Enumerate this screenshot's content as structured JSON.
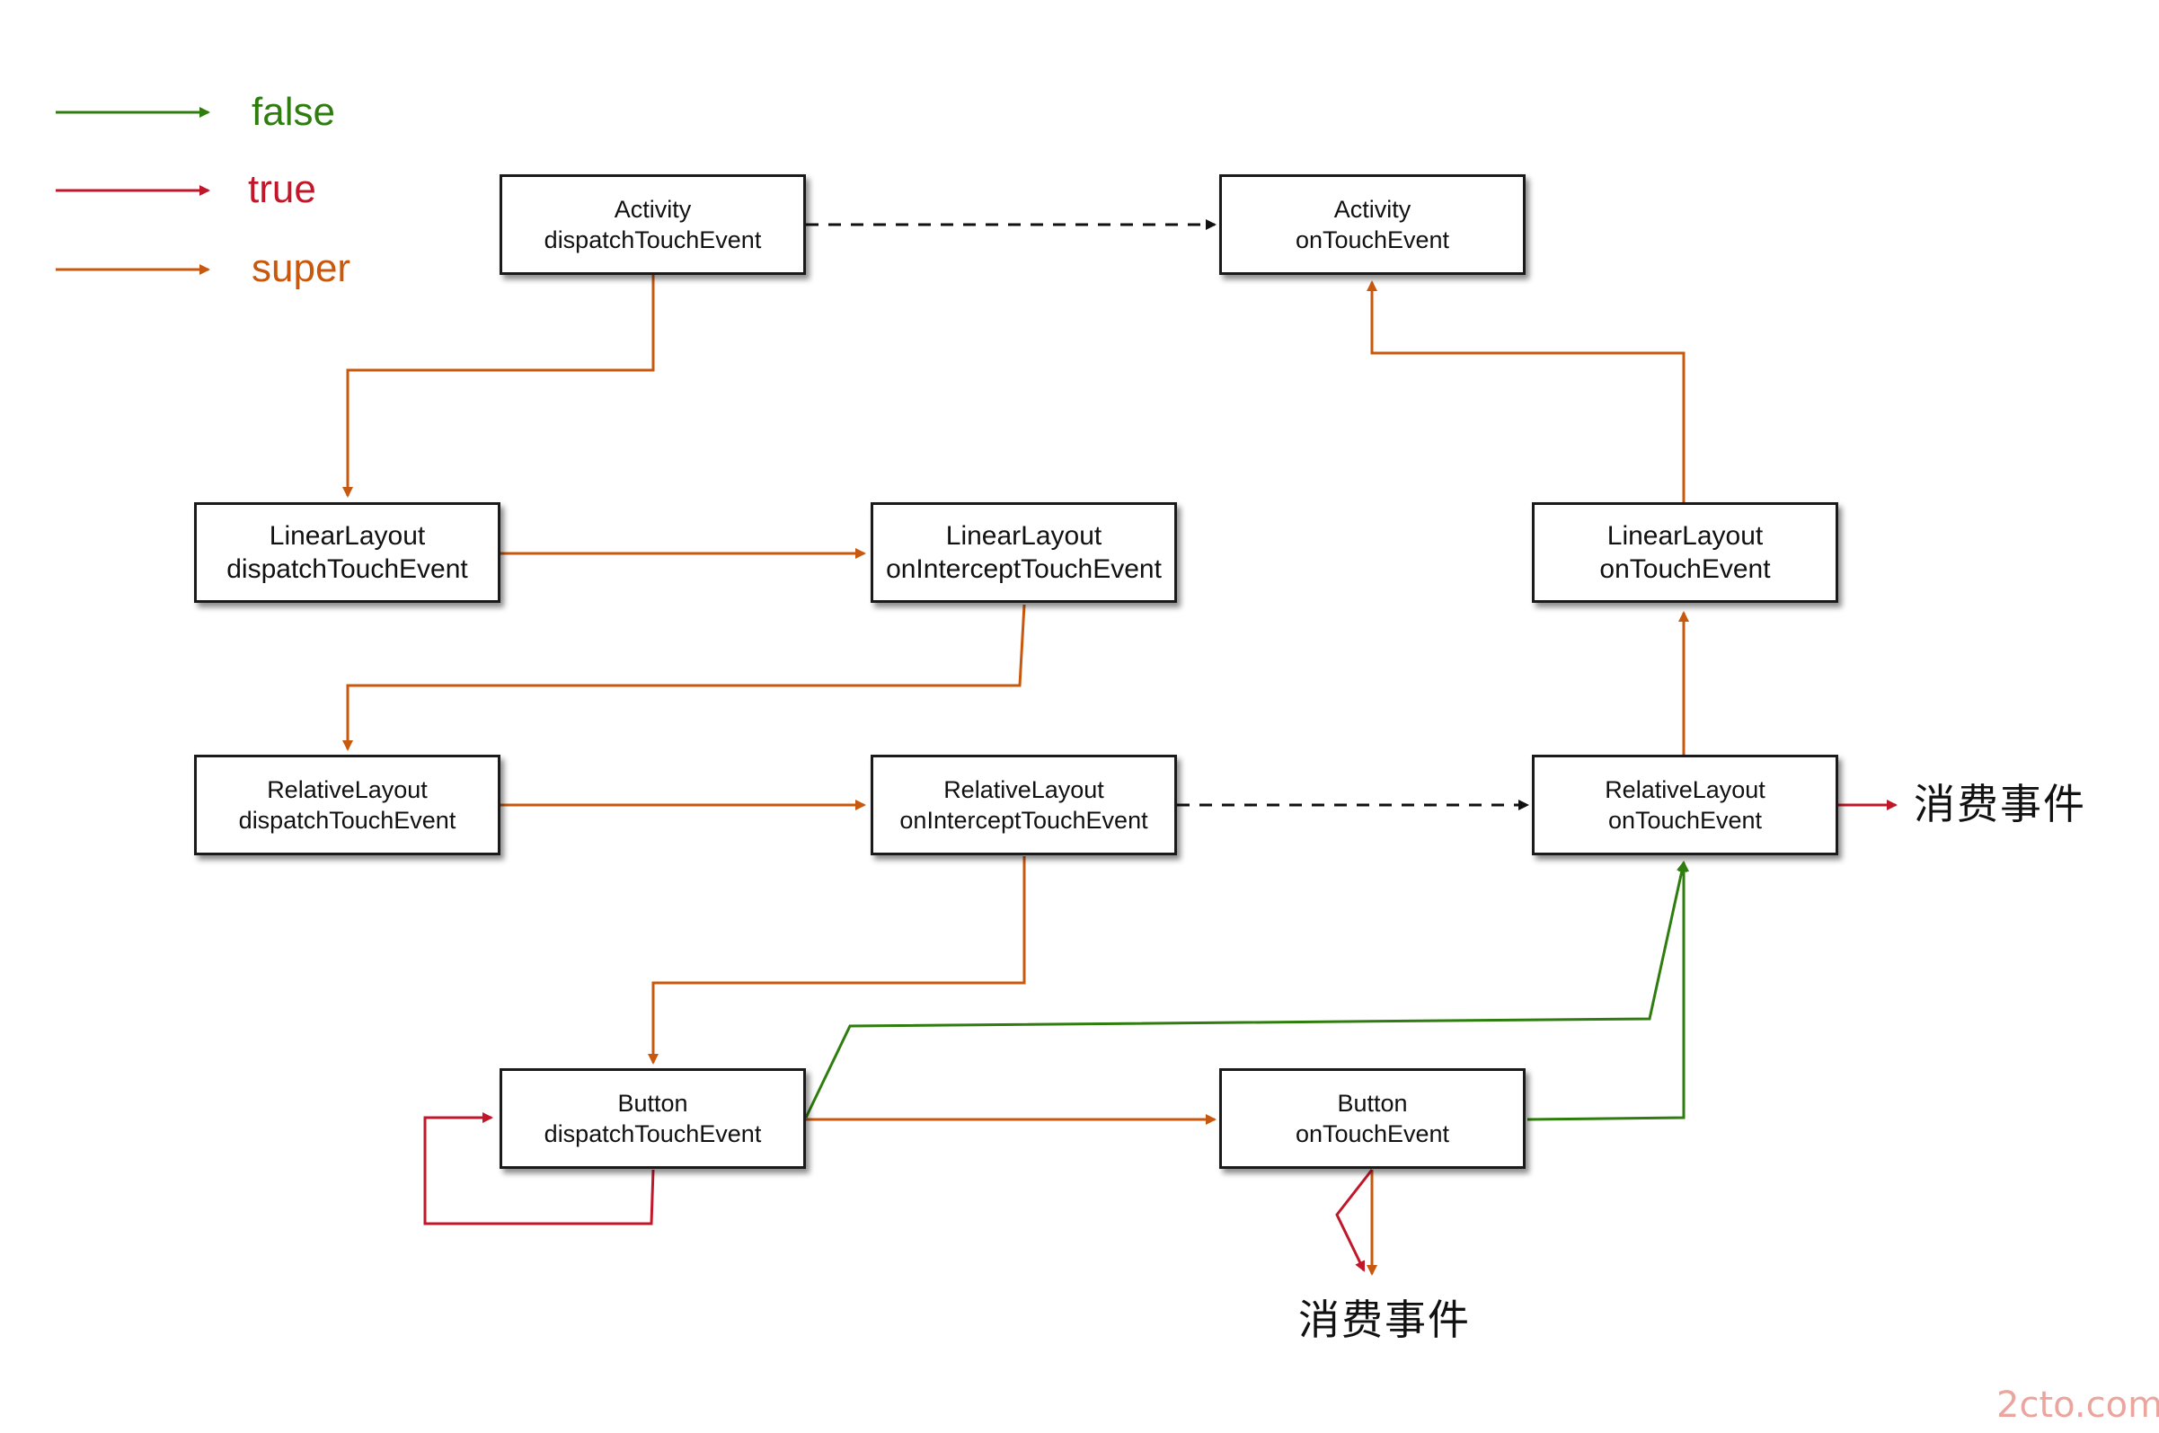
{
  "legend": [
    {
      "label": "false",
      "color": "#2e7d0e"
    },
    {
      "label": "true",
      "color": "#c0182a"
    },
    {
      "label": "super",
      "color": "#c8580e"
    }
  ],
  "colors": {
    "false": "#2e7d0e",
    "true": "#c0182a",
    "super": "#c8580e",
    "dashed": "#111111"
  },
  "nodes": {
    "activity_dispatch": {
      "line1": "Activity",
      "line2": "dispatchTouchEvent"
    },
    "activity_ontouch": {
      "line1": "Activity",
      "line2": "onTouchEvent"
    },
    "linear_dispatch": {
      "line1": "LinearLayout",
      "line2": "dispatchTouchEvent"
    },
    "linear_intercept": {
      "line1": "LinearLayout",
      "line2": "onInterceptTouchEvent"
    },
    "linear_ontouch": {
      "line1": "LinearLayout",
      "line2": "onTouchEvent"
    },
    "relative_dispatch": {
      "line1": "RelativeLayout",
      "line2": "dispatchTouchEvent"
    },
    "relative_intercept": {
      "line1": "RelativeLayout",
      "line2": "onInterceptTouchEvent"
    },
    "relative_ontouch": {
      "line1": "RelativeLayout",
      "line2": "onTouchEvent"
    },
    "button_dispatch": {
      "line1": "Button",
      "line2": "dispatchTouchEvent"
    },
    "button_ontouch": {
      "line1": "Button",
      "line2": "onTouchEvent"
    }
  },
  "edges": [
    {
      "from": "activity_dispatch",
      "to": "activity_ontouch",
      "style": "dashed"
    },
    {
      "from": "activity_dispatch",
      "to": "linear_dispatch",
      "style": "super"
    },
    {
      "from": "linear_dispatch",
      "to": "linear_intercept",
      "style": "super"
    },
    {
      "from": "linear_intercept",
      "to": "relative_dispatch",
      "style": "super"
    },
    {
      "from": "relative_dispatch",
      "to": "relative_intercept",
      "style": "super"
    },
    {
      "from": "relative_intercept",
      "to": "relative_ontouch",
      "style": "dashed"
    },
    {
      "from": "relative_intercept",
      "to": "button_dispatch",
      "style": "super"
    },
    {
      "from": "button_dispatch",
      "to": "button_ontouch",
      "style": "super"
    },
    {
      "from": "button_dispatch",
      "to": "button_dispatch",
      "style": "true"
    },
    {
      "from": "button_dispatch",
      "to": "relative_ontouch",
      "style": "false"
    },
    {
      "from": "button_ontouch",
      "to": "relative_ontouch",
      "style": "false"
    },
    {
      "from": "button_ontouch",
      "to": "consume_bottom",
      "style": "super"
    },
    {
      "from": "button_ontouch",
      "to": "consume_bottom",
      "style": "true"
    },
    {
      "from": "relative_ontouch",
      "to": "linear_ontouch",
      "style": "super"
    },
    {
      "from": "relative_ontouch",
      "to": "consume_right",
      "style": "true"
    },
    {
      "from": "linear_ontouch",
      "to": "activity_ontouch",
      "style": "super"
    }
  ],
  "consume": {
    "right": "消费事件",
    "bottom": "消费事件"
  },
  "watermark": {
    "text": "2cto.com"
  }
}
